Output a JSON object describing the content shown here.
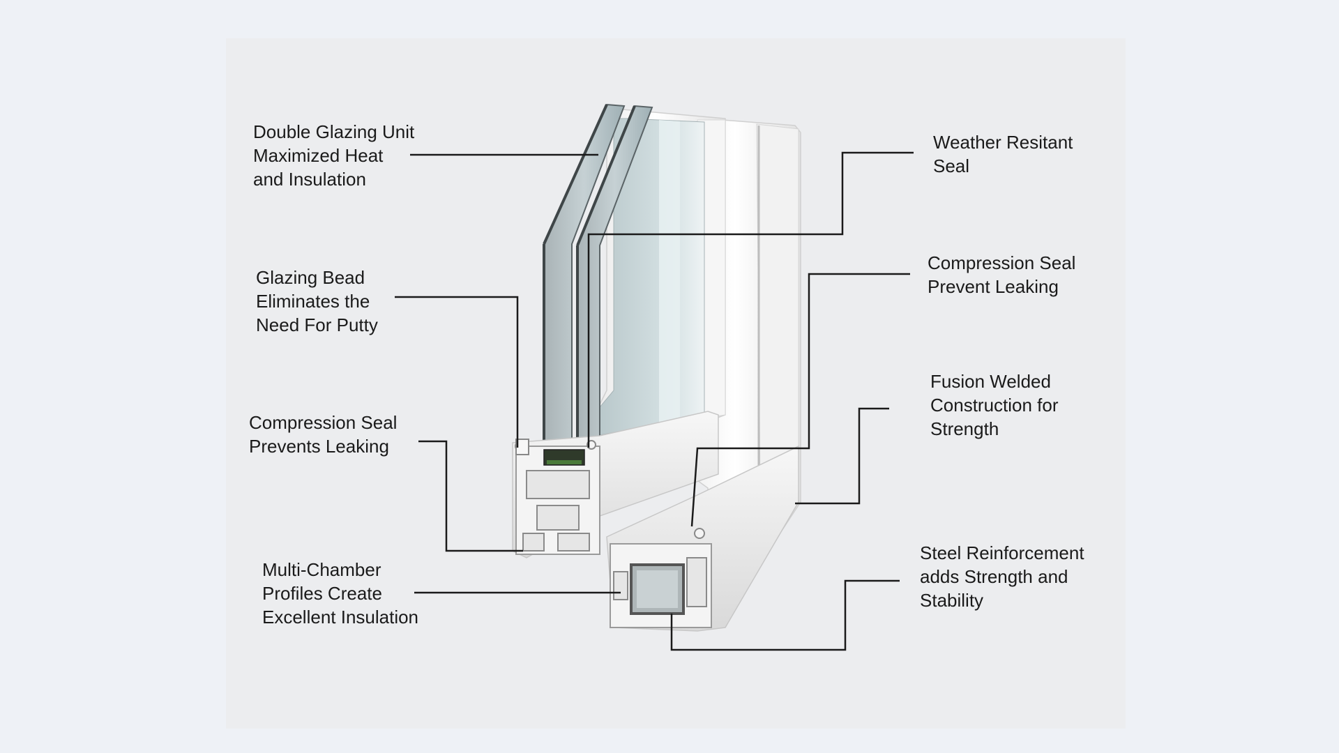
{
  "labels": {
    "double_glazing": [
      "Double Glazing Unit",
      "Maximized Heat",
      "and Insulation"
    ],
    "glazing_bead": [
      "Glazing Bead",
      "Eliminates the",
      "Need For Putty"
    ],
    "compression_seal_left": [
      "Compression Seal",
      "Prevents Leaking"
    ],
    "multi_chamber": [
      "Multi-Chamber",
      "Profiles Create",
      "Excellent Insulation"
    ],
    "weather_seal": [
      "Weather Resitant",
      "Seal"
    ],
    "compression_seal_right": [
      "Compression Seal",
      "Prevent Leaking"
    ],
    "fusion_welded": [
      "Fusion Welded",
      "Construction for",
      "Strength"
    ],
    "steel_reinforcement": [
      "Steel Reinforcement",
      "adds Strength and",
      "Stability"
    ]
  },
  "colors": {
    "background": "#eef1f6",
    "panel": "#ecedef",
    "frame": "#fbfbfb",
    "glass": "#b9c6c9",
    "leader_line": "#1a1a1a",
    "seal": "#4a7a3a"
  }
}
